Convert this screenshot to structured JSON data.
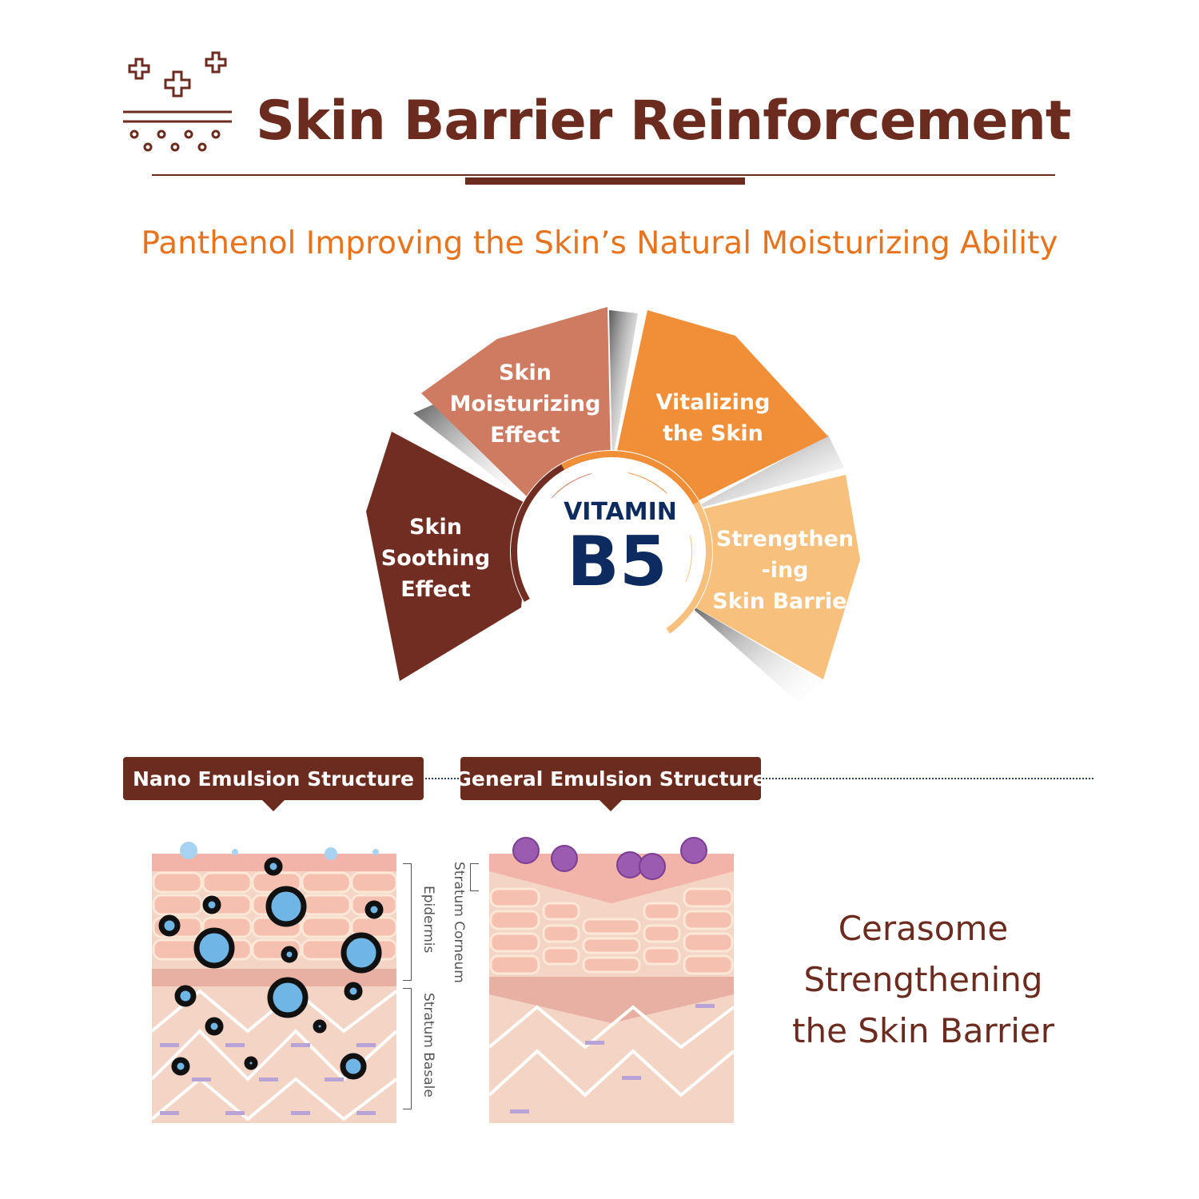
{
  "header": {
    "title": "Skin Barrier Reinforcement",
    "subtitle": "Panthenol Improving the Skin’s Natural Moisturizing Ability"
  },
  "wheel": {
    "center_small": "VITAMIN",
    "center_big": "B5",
    "segments": [
      {
        "lines": [
          "Skin",
          "Soothing",
          "Effect"
        ],
        "color": "#722d22"
      },
      {
        "lines": [
          "Skin",
          "Moisturizing",
          "Effect"
        ],
        "color": "#cf7b61"
      },
      {
        "lines": [
          "Vitalizing",
          "the Skin"
        ],
        "color": "#f18f38"
      },
      {
        "lines": [
          "Strengthen",
          "-ing",
          "Skin Barrier"
        ],
        "color": "#f7c07c"
      }
    ]
  },
  "structures": {
    "nano_tag": "Nano Emulsion Structure",
    "general_tag": "General Emulsion Structure",
    "label_epidermis": "Epidermis",
    "label_basale": "Stratum Basale",
    "label_corneum": "Stratum Corneum"
  },
  "cerasome": {
    "line1": "Cerasome",
    "line2": "Strengthening",
    "line3": "the Skin Barrier"
  },
  "colors": {
    "brown": "#6b2b1f",
    "orange": "#e8731d",
    "navy": "#0d2b5e",
    "nano_particle": "#6fb6e6",
    "general_particle": "#9a5bb0"
  }
}
